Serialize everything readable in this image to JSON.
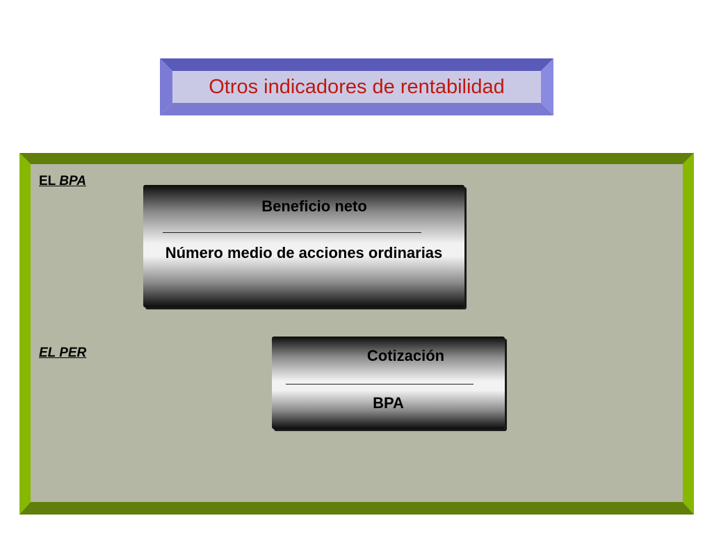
{
  "title": "Otros indicadores de rentabilidad",
  "colors": {
    "title_text": "#c0180c",
    "title_box_fill": "#c9c9e6",
    "title_box_bevel": "#7b7bd6",
    "panel_fill": "#b3b7a3",
    "panel_bevel_dark": "#5f7f0a",
    "panel_bevel_light": "#86b800"
  },
  "sections": {
    "bpa": {
      "label_prefix": "EL ",
      "label_abbr": "BPA",
      "numerator": "Beneficio neto",
      "denominator": "Número medio de acciones ordinarias"
    },
    "per": {
      "label": "EL PER",
      "numerator": "Cotización",
      "denominator": "BPA"
    }
  }
}
